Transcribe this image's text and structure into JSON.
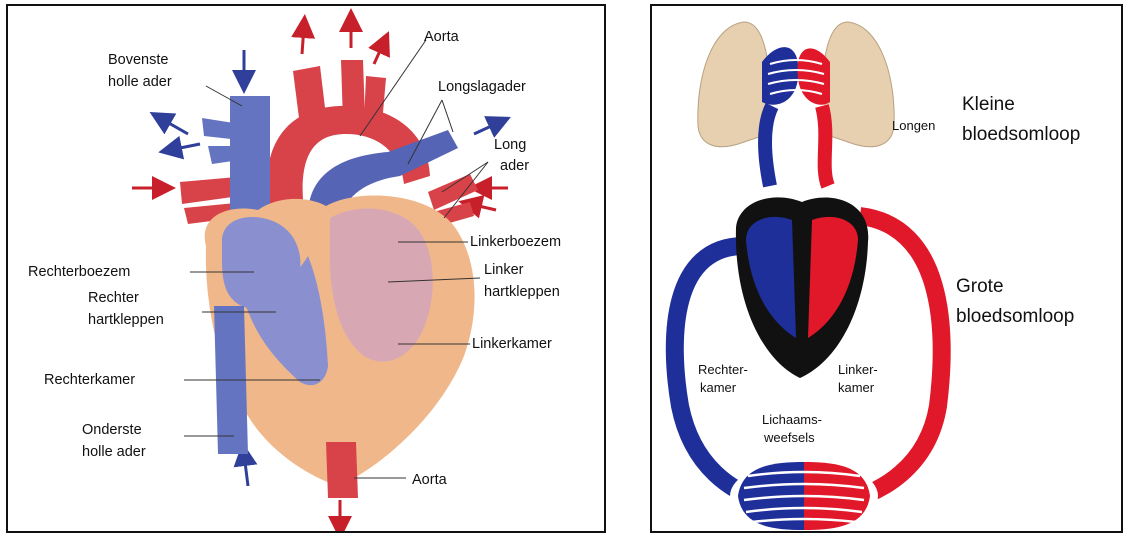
{
  "heart": {
    "labels": {
      "bovenste_1": "Bovenste",
      "bovenste_2": "holle ader",
      "aorta_top": "Aorta",
      "longslagader": "Longslagader",
      "long_1": "Long",
      "long_2": "ader",
      "rechterboezem": "Rechterboezem",
      "linkerboezem": "Linkerboezem",
      "rechter_1": "Rechter",
      "rechter_2": "hartkleppen",
      "linker_1": "Linker",
      "linker_2": "hartkleppen",
      "linkerkamer": "Linkerkamer",
      "rechterkamer": "Rechterkamer",
      "onderste_1": "Onderste",
      "onderste_2": "holle ader",
      "aorta_bottom": "Aorta"
    },
    "colors": {
      "oxygen_poor": "#4a5aa8",
      "oxygen_rich": "#d8434a",
      "muscle": "#f0b88a",
      "arrow_blue": "#2f3f9a",
      "arrow_red": "#c8202a"
    }
  },
  "circulation": {
    "labels": {
      "longen": "Longen",
      "kleine_1": "Kleine",
      "kleine_2": "bloedsomloop",
      "grote_1": "Grote",
      "grote_2": "bloedsomloop",
      "rechterkamer_1": "Rechter-",
      "rechterkamer_2": "kamer",
      "linkerkamer_1": "Linker-",
      "linkerkamer_2": "kamer",
      "lichaams_1": "Lichaams-",
      "lichaams_2": "weefsels"
    },
    "colors": {
      "blue": "#1f2f9a",
      "red": "#e0182a",
      "lung": "#e6d0b0",
      "heart_dark": "#111111"
    }
  }
}
